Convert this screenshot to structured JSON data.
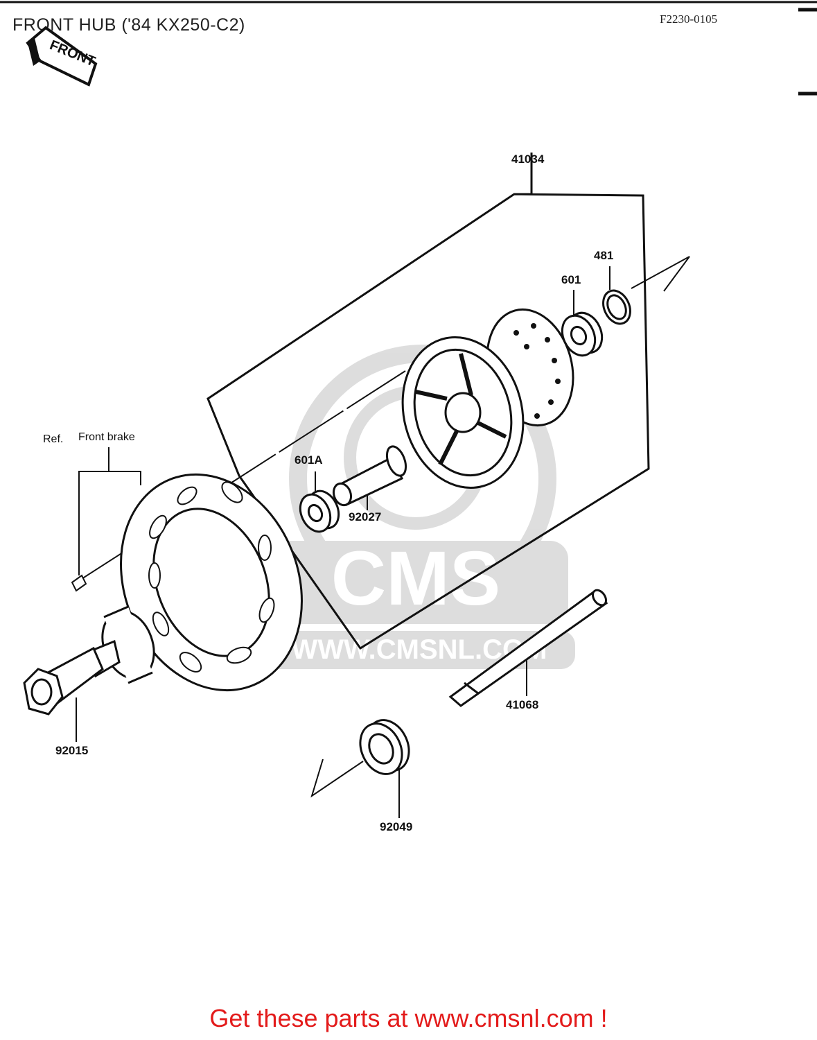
{
  "header": {
    "title": "FRONT HUB ('84 KX250-C2)",
    "figure_code": "F2230-0105"
  },
  "badge": {
    "front_text": "FRONT"
  },
  "reference": {
    "ref_text": "Ref.",
    "front_brake_text": "Front brake"
  },
  "parts": {
    "p41034": "41034",
    "p481": "481",
    "p601": "601",
    "p601a": "601A",
    "p92027": "92027",
    "p41068": "41068",
    "p92015": "92015",
    "p92049": "92049"
  },
  "watermark": {
    "brand": "CMS",
    "url": "WWW.CMSNL.COM"
  },
  "footer": {
    "text": "Get these parts at www.cmsnl.com !",
    "color": "#e31b1b"
  }
}
